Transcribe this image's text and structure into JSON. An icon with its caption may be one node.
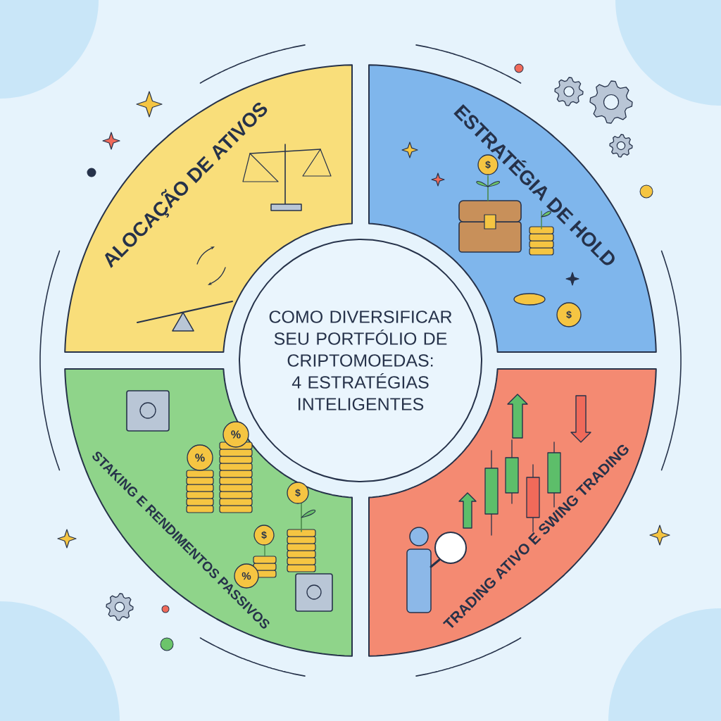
{
  "diagram": {
    "nodes": [
      {
        "text": [
          "COMO DIVERSIFICAR SEU PORTFÓLIO DE CRIPTOMOEDAS: 4 ESTRATÉGIAS INTELIGENTES"
        ]
      },
      {
        "text": [
          "ALOCAÇÃO DE ATIVOS"
        ]
      },
      {
        "text": [
          "ESTRATÉGIA DE HOLD"
        ]
      },
      {
        "text": [
          "STAKING E RENDIMENTOS PASSIVOS"
        ]
      },
      {
        "text": [
          "TRADING ATIVO E SWING TRADING"
        ]
      }
    ],
    "labels": [
      "$",
      "$",
      "%",
      "%",
      "$",
      "$",
      "%"
    ]
  }
}
